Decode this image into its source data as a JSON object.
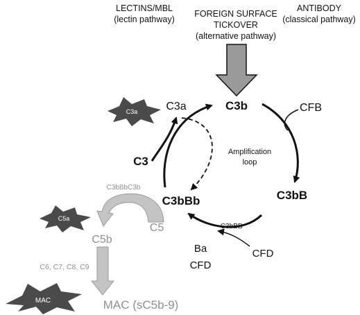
{
  "inputs": {
    "lectin": {
      "line1": "LECTINS/MBL",
      "line2": "(lectin pathway)"
    },
    "alternative": {
      "line1": "FOREIGN SURFACE",
      "line2": "TICKOVER",
      "line3": "(alternative pathway)"
    },
    "classical": {
      "line1": "ANTIBODY",
      "line2": "(classical pathway)"
    }
  },
  "cycle": {
    "c3b": "C3b",
    "cfb": "CFB",
    "c3bB": "C3bB",
    "c3bBD": "C3bBD",
    "cfd": "CFD",
    "ba": "Ba",
    "cfd_out": "CFD",
    "c3bBb": "C3bBb",
    "c3": "C3",
    "c3a": "C3a",
    "amplification_line1": "Amplification",
    "amplification_line2": "loop"
  },
  "terminal": {
    "convertase": "C3bBbC3b",
    "c5": "C5",
    "c5b": "C5b",
    "late_components": "C6, C7, C8, C9",
    "mac": "MAC (sC5b-9)"
  },
  "bursts": {
    "c3a": "C3a",
    "c5a": "C5a",
    "mac": "MAC"
  },
  "colors": {
    "dark": "#111111",
    "grey_text": "#8f8f8f",
    "arrow_fill": "#9a9a9a",
    "light_fill": "#c4c4c4",
    "burst_fill": "#4a4a4a"
  }
}
